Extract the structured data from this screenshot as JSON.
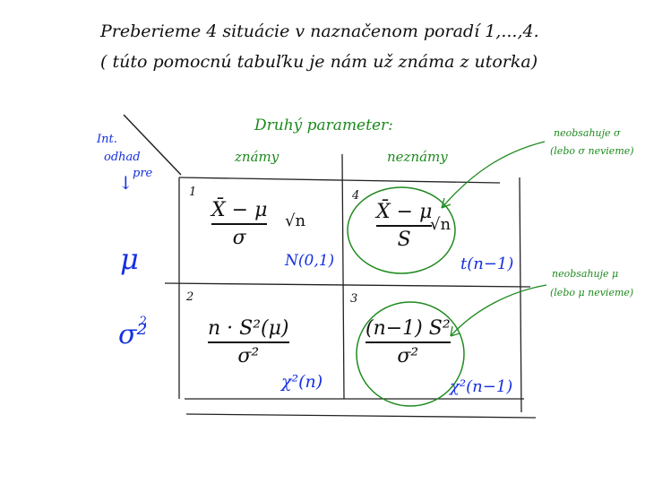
{
  "header": {
    "line1": "Preberieme 4 situácie v naznačenom poradí 1,...,4.",
    "line2": "( túto pomocnú tabuľku je nám už známa z utorka)"
  },
  "table": {
    "corner_label_1": "Int.",
    "corner_label_2": "odhad",
    "corner_label_3": "pre",
    "arrow_glyph": "↓",
    "column_group_title": "Druhý parameter:",
    "columns": [
      "známy",
      "neznámy"
    ],
    "rows": [
      "μ",
      "σ²"
    ],
    "cells": [
      {
        "number": "1",
        "numerator": "X̄ − μ",
        "denominator": "σ",
        "factor": "√n",
        "distribution": "N(0,1)"
      },
      {
        "number": "4",
        "numerator": "X̄ − μ",
        "denominator": "S",
        "factor": "√n",
        "distribution": "t(n−1)"
      },
      {
        "number": "2",
        "numerator": "n · S²(μ)",
        "denominator": "σ²",
        "factor": "",
        "distribution": "χ²(n)"
      },
      {
        "number": "3",
        "numerator": "(n−1) S²",
        "denominator": "σ²",
        "factor": "",
        "distribution": "χ²(n−1)"
      }
    ]
  },
  "annotations": {
    "top_right_1": "neobsahuje σ",
    "top_right_2": "(lebo σ nevieme)",
    "bottom_right_1": "neobsahuje μ",
    "bottom_right_2": "(lebo μ nevieme)"
  },
  "colors": {
    "ink": "#111111",
    "green": "#1e8a1e",
    "blue": "#1530e0"
  }
}
